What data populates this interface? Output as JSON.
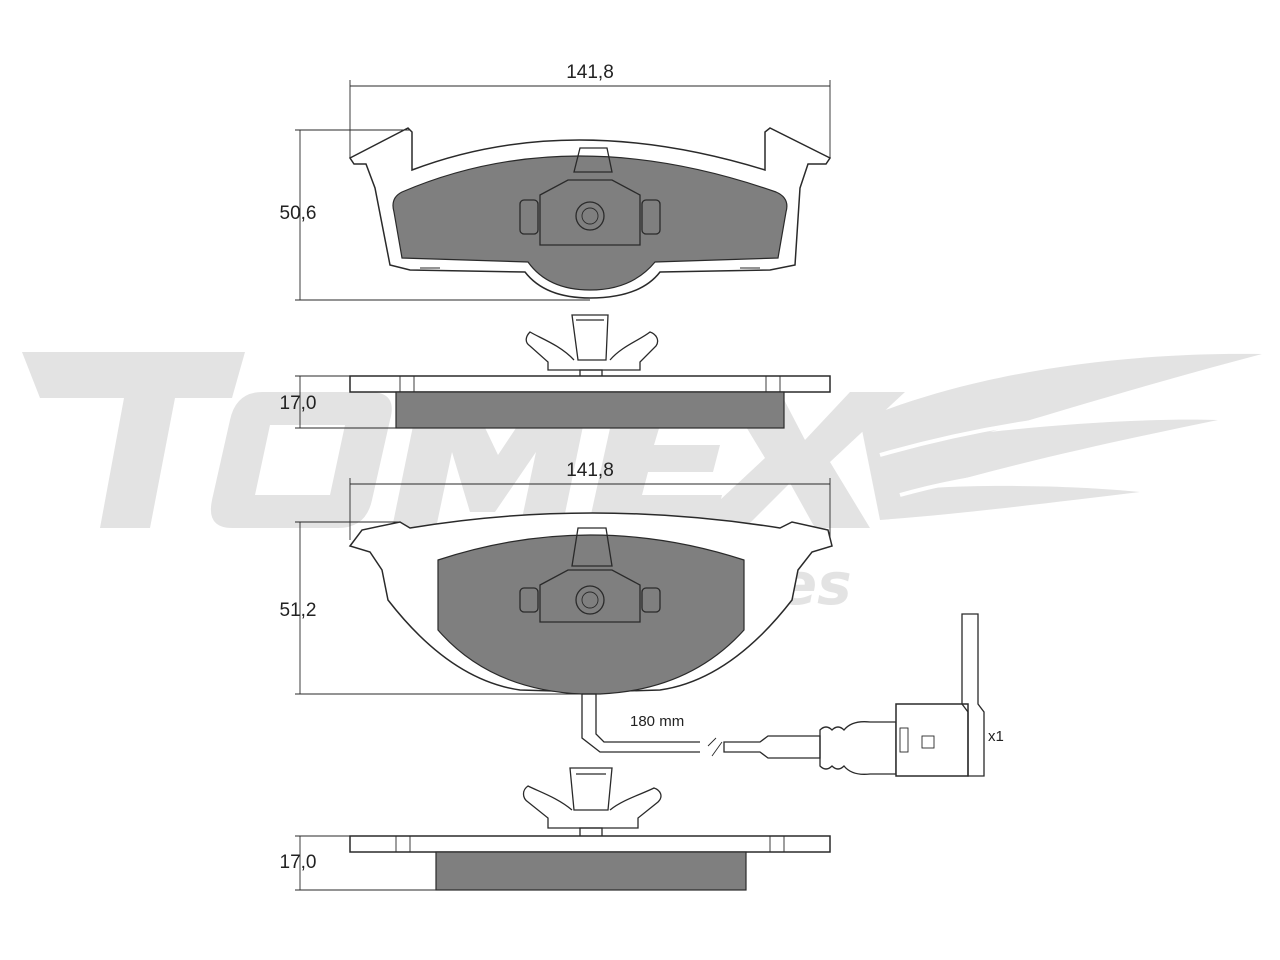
{
  "watermark": {
    "brand": "TOMEX",
    "sub": "brakes",
    "color": "#e3e3e3"
  },
  "colors": {
    "line": "#2a2a2a",
    "pad_fill": "#7f7f7f",
    "backing_plate": "#ffffff"
  },
  "pad_1": {
    "width_label": "141,8",
    "height_label": "50,6",
    "thickness_label": "17,0"
  },
  "pad_2": {
    "width_label": "141,8",
    "height_label": "51,2",
    "thickness_label": "17,0"
  },
  "wear_sensor": {
    "length_label": "180 mm",
    "quantity_label": "x1"
  }
}
